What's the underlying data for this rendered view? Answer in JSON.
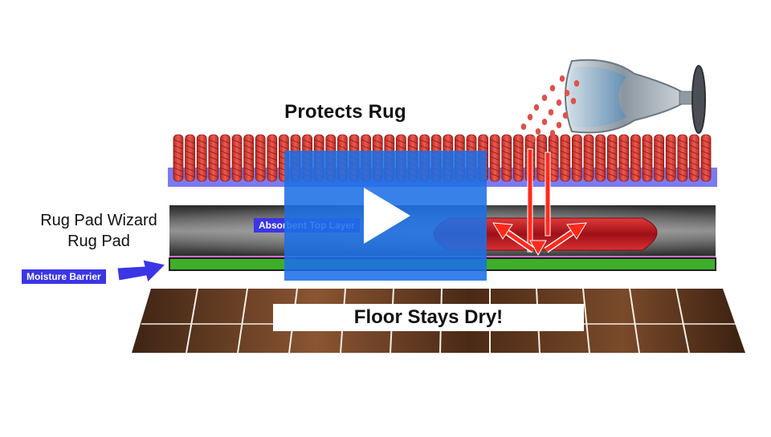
{
  "diagram": {
    "title": "Protects Rug",
    "pad_label_line1": "Rug Pad Wizard",
    "pad_label_line2": "Rug Pad",
    "moisture_label": "Moisture Barrier",
    "absorbent_label": "Absorbent Top Layer",
    "floor_label": "Floor Stays Dry!"
  },
  "colors": {
    "rug_fiber": "#d9423a",
    "rug_backing": "#7b7bf0",
    "pad_dark": "#2a2a2a",
    "pad_light": "#9a9a9a",
    "moisture_green": "#3fae2a",
    "liquid_red": "#c0181e",
    "label_blue": "#3b35e6",
    "wood_dark": "#3e2414",
    "wood_mid": "#7a4a2a",
    "play_overlay": "#1c6fe6"
  },
  "icons": {
    "glass": "wine-glass-icon",
    "play": "play-icon"
  },
  "video": {
    "play_label": "Play video"
  }
}
